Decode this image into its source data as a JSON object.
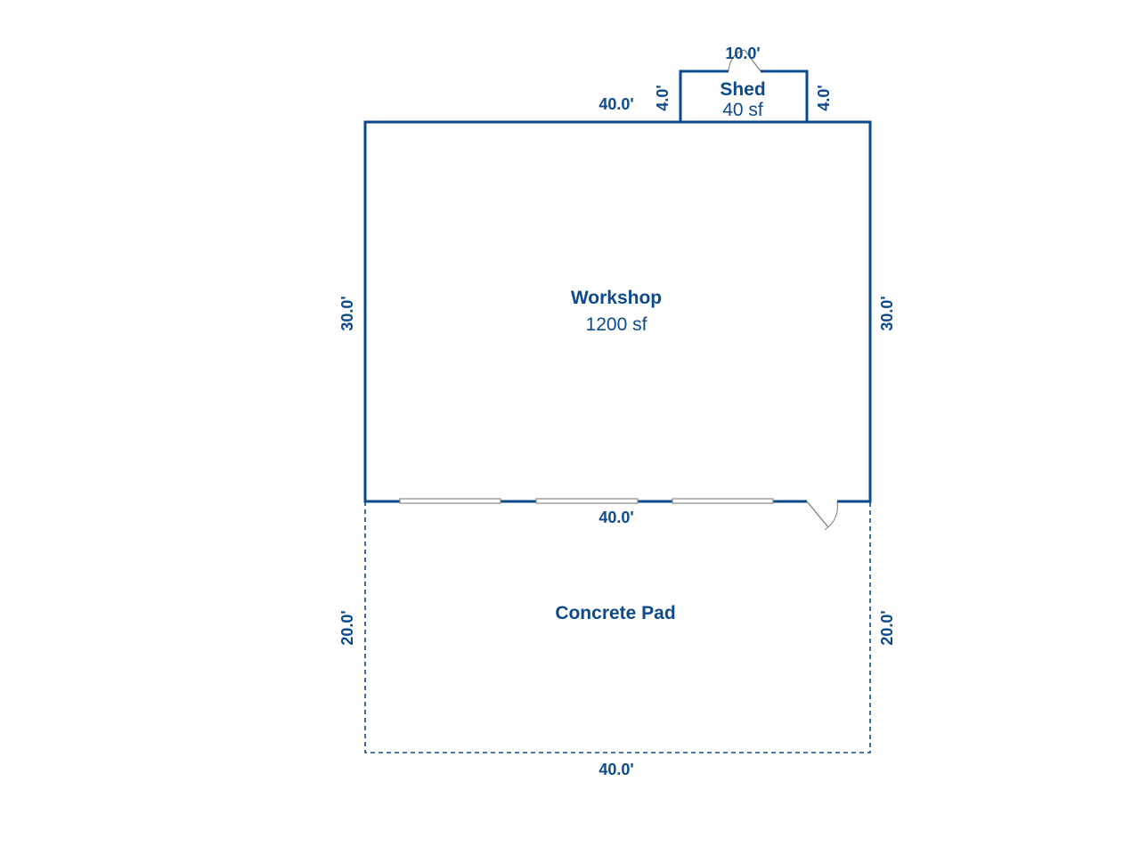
{
  "colors": {
    "wall": "#0c4a8c",
    "fixture": "#8a8a8a",
    "background": "#ffffff"
  },
  "rooms": {
    "shed": {
      "name": "Shed",
      "area": "40 sf"
    },
    "workshop": {
      "name": "Workshop",
      "area": "1200 sf"
    },
    "pad": {
      "name": "Concrete Pad"
    }
  },
  "dimensions": {
    "shed_top": "10.0'",
    "shed_left": "4.0'",
    "shed_right": "4.0'",
    "workshop_top": "40.0'",
    "workshop_left": "30.0'",
    "workshop_right": "30.0'",
    "workshop_bottom": "40.0'",
    "pad_left": "20.0'",
    "pad_right": "20.0'",
    "pad_bottom": "40.0'"
  },
  "fixtures": {
    "window_icon": "window-icon",
    "door_icon": "door-swing-icon"
  }
}
